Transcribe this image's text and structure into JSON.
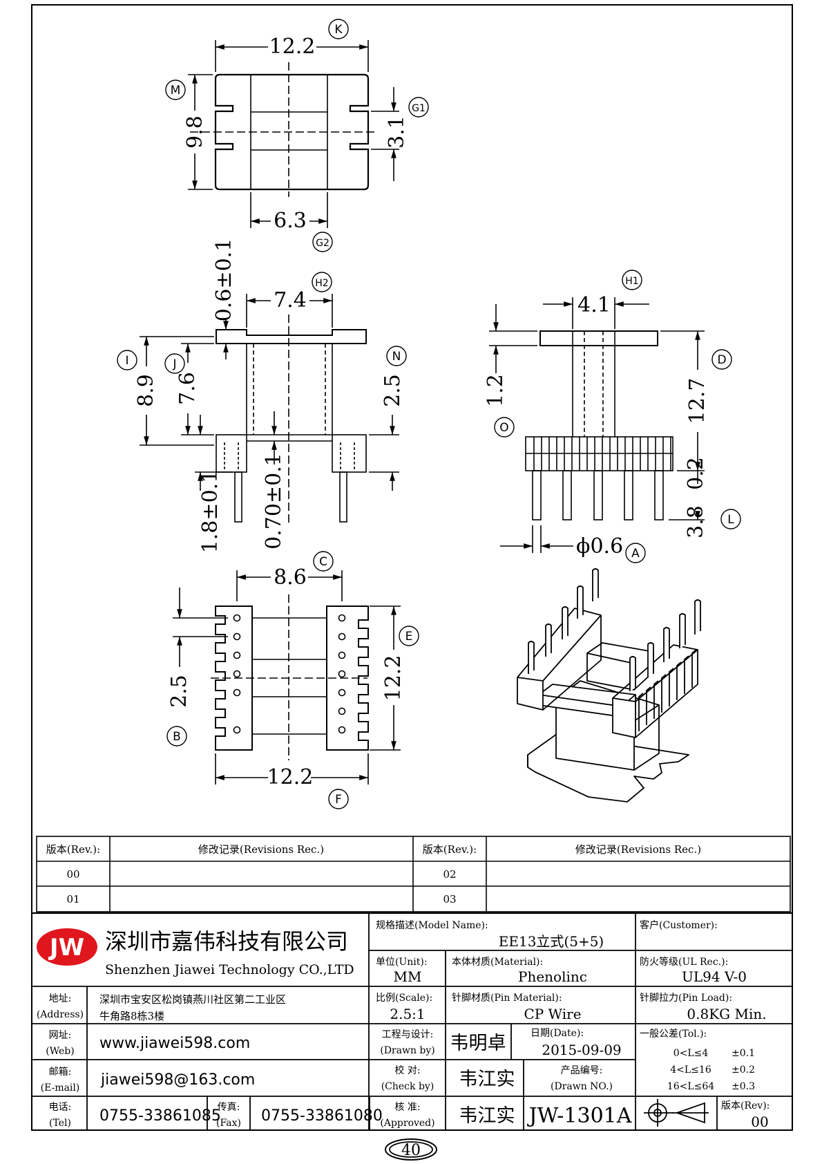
{
  "dimensions": {
    "top_width": "12.2",
    "top_height": "9.8",
    "top_gap": "3.1",
    "top_inner": "6.3",
    "front_flange_width": "7.4",
    "front_flange_thk": "0.6±0.1",
    "front_total_h": "8.9",
    "front_body_h": "7.6",
    "front_base_h": "2.5",
    "front_pin_step": "1.8±0.1",
    "front_web": "0.70±0.1",
    "side_core": "4.1",
    "side_flange_thk": "1.2",
    "side_height": "12.7",
    "side_base": "0.2",
    "side_pin_len": "3.8",
    "side_pin_dia": "ϕ0.6",
    "bottom_span": "8.6",
    "bottom_pitch": "2.5",
    "bottom_height": "12.2",
    "bottom_width": "12.2"
  },
  "callouts": {
    "K": "K",
    "M": "M",
    "G1": "G1",
    "G2": "G2",
    "H2": "H2",
    "I": "I",
    "J": "J",
    "N": "N",
    "H1": "H1",
    "D": "D",
    "O": "O",
    "L": "L",
    "A": "A",
    "C": "C",
    "E": "E",
    "B": "B",
    "F": "F"
  },
  "revisions": {
    "rev_header": "版本(Rev.):",
    "rec_header": "修改记录(Revisions Rec.)",
    "rows": [
      {
        "left": "00",
        "right": "02"
      },
      {
        "left": "01",
        "right": "03"
      }
    ]
  },
  "company": {
    "logo": "JW",
    "name_cn": "深圳市嘉伟科技有限公司",
    "name_en": "Shenzhen Jiawei Technology CO.,LTD",
    "address_label": "地址:",
    "address_label_en": "(Address)",
    "address_line1": "深圳市宝安区松岗镇燕川社区第二工业区",
    "address_line2": "牛角路8栋3楼",
    "web_label": "网址:",
    "web_label_en": "(Web)",
    "web": "www.jiawei598.com",
    "email_label": "邮箱:",
    "email_label_en": "(E-mail)",
    "email": "jiawei598@163.com",
    "tel_label": "电话:",
    "tel_label_en": "(Tel)",
    "tel": "0755-33861085",
    "fax_label": "传真:",
    "fax_label_en": "(Fax)",
    "fax": "0755-33861080"
  },
  "titleblock": {
    "model_label": "规格描述(Model Name):",
    "model": "EE13立式(5+5)",
    "customer_label": "客户(Customer):",
    "unit_label": "单位(Unit):",
    "unit": "MM",
    "material_label": "本体材质(Material):",
    "material": "Phenolinc",
    "ul_label": "防火等级(UL Rec.):",
    "ul": "UL94 V-0",
    "scale_label": "比例(Scale):",
    "scale": "2.5:1",
    "pin_mat_label": "针脚材质(Pin Material):",
    "pin_mat": "CP Wire",
    "pin_load_label": "针脚拉力(Pin Load):",
    "pin_load": "0.8KG Min.",
    "drawn_label": "工程与设计:",
    "drawn_label_en": "(Drawn by)",
    "drawn": "韦明卓",
    "date_label": "日期(Date):",
    "date": "2015-09-09",
    "tol_label": "一般公差(Tol.):",
    "tol1": "0<L≤4",
    "tol1v": "±0.1",
    "tol2": "4<L≤16",
    "tol2v": "±0.2",
    "tol3": "16<L≤64",
    "tol3v": "±0.3",
    "check_label": "校  对:",
    "check_label_en": "(Check by)",
    "check": "韦江实",
    "prodno_label": "产品编号:",
    "prodno_label_en": "(Drawn NO.)",
    "approved_label": "核  准:",
    "approved_label_en": "(Approved)",
    "approved": "韦江实",
    "part_no": "JW-1301A",
    "rev_label": "版本(Rev):",
    "rev": "00"
  },
  "page_number": "40"
}
